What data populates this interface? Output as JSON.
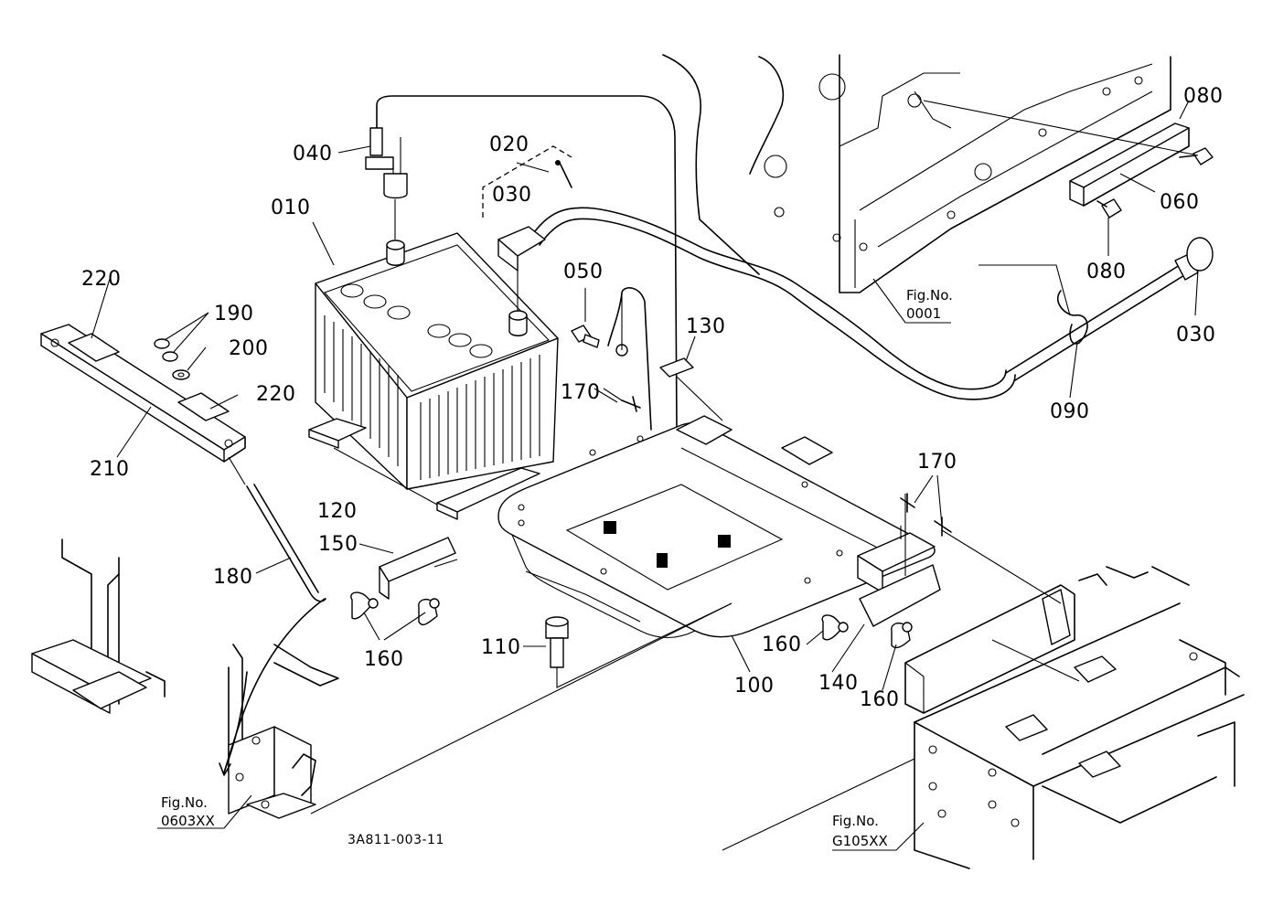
{
  "parts": [
    {
      "id": "p010",
      "label": "010"
    },
    {
      "id": "p020",
      "label": "020"
    },
    {
      "id": "p030a",
      "label": "030"
    },
    {
      "id": "p030b",
      "label": "030"
    },
    {
      "id": "p040",
      "label": "040"
    },
    {
      "id": "p050",
      "label": "050"
    },
    {
      "id": "p060",
      "label": "060"
    },
    {
      "id": "p080a",
      "label": "080"
    },
    {
      "id": "p080b",
      "label": "080"
    },
    {
      "id": "p090",
      "label": "090"
    },
    {
      "id": "p100",
      "label": "100"
    },
    {
      "id": "p110",
      "label": "110"
    },
    {
      "id": "p120",
      "label": "120"
    },
    {
      "id": "p130",
      "label": "130"
    },
    {
      "id": "p140",
      "label": "140"
    },
    {
      "id": "p150",
      "label": "150"
    },
    {
      "id": "p160a",
      "label": "160"
    },
    {
      "id": "p160b",
      "label": "160"
    },
    {
      "id": "p160c",
      "label": "160"
    },
    {
      "id": "p170a",
      "label": "170"
    },
    {
      "id": "p170b",
      "label": "170"
    },
    {
      "id": "p180",
      "label": "180"
    },
    {
      "id": "p190",
      "label": "190"
    },
    {
      "id": "p200",
      "label": "200"
    },
    {
      "id": "p210",
      "label": "210"
    },
    {
      "id": "p220a",
      "label": "220"
    },
    {
      "id": "p220b",
      "label": "220"
    }
  ],
  "figure_refs": [
    {
      "id": "ref0001",
      "line1": "Fig.No.",
      "line2": "0001"
    },
    {
      "id": "ref0603",
      "line1": "Fig.No.",
      "line2": "0603XX"
    },
    {
      "id": "refG105",
      "line1": "Fig.No.",
      "line2": "G105XX"
    }
  ],
  "drawing_code": "3A811-003-11"
}
